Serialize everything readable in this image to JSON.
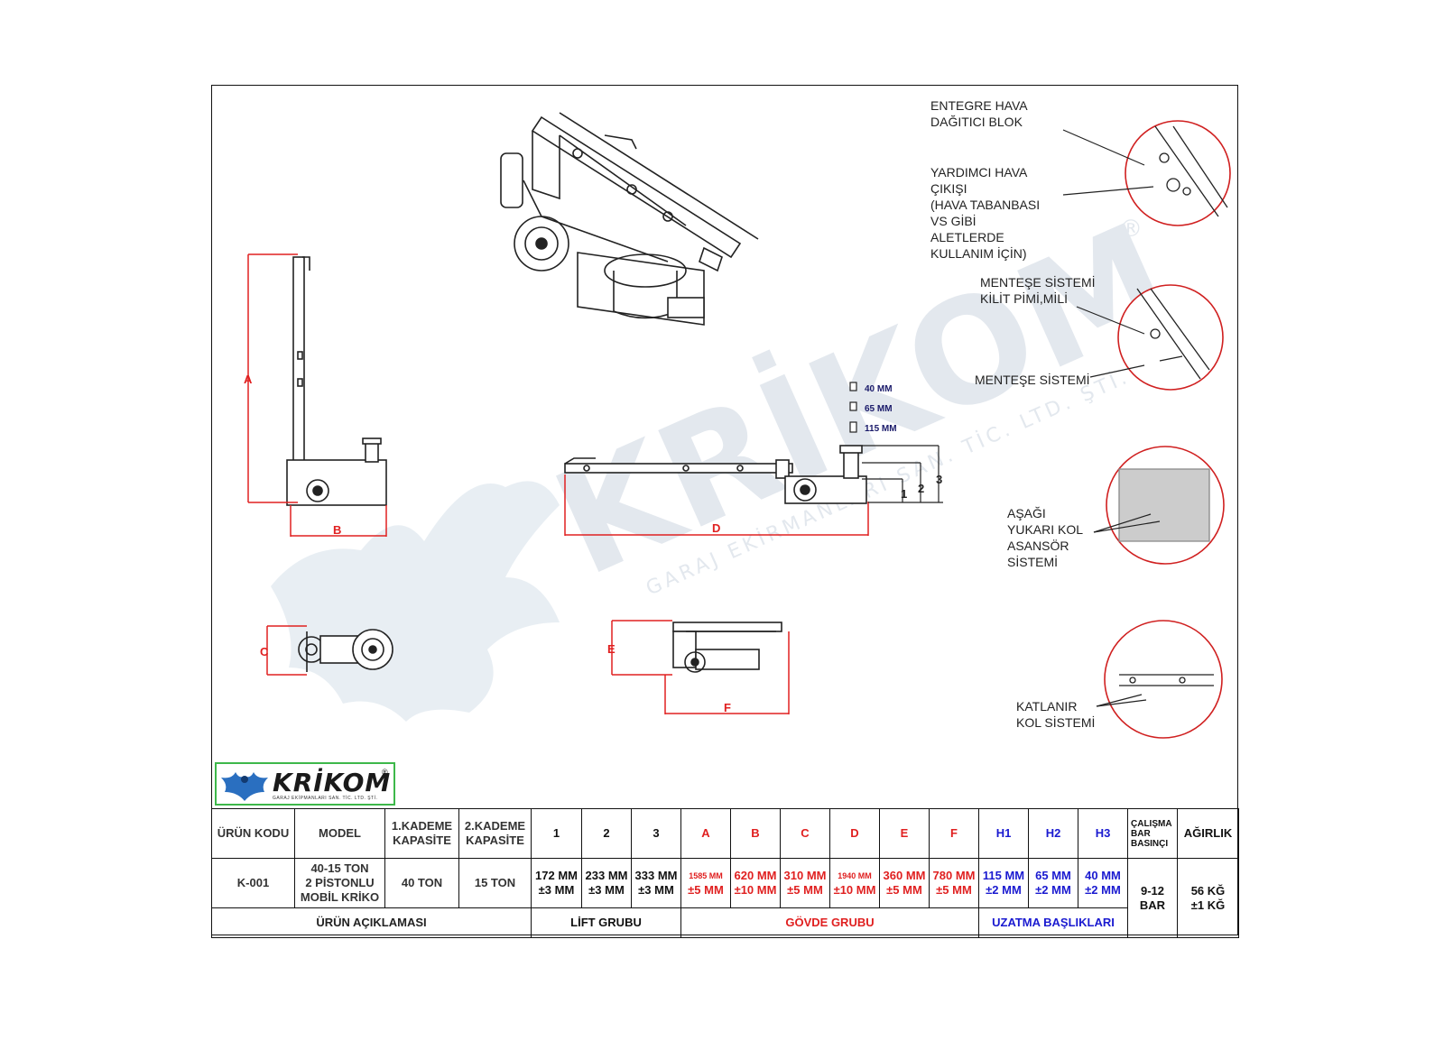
{
  "callouts": {
    "air_block": [
      "ENTEGRE HAVA",
      "DAĞITICI BLOK"
    ],
    "aux_air": [
      "YARDIMCI HAVA",
      "ÇIKIŞI",
      "(HAVA TABANBASI",
      "VS GİBİ",
      "ALETLERDE",
      "KULLANIM İÇİN)"
    ],
    "hinge_pin": [
      "MENTEŞE SİSTEMİ",
      "KİLİT PİMİ,MİLİ"
    ],
    "hinge": [
      "MENTEŞE SİSTEMİ"
    ],
    "lift_arm": [
      "AŞAĞI",
      "YUKARI KOL",
      "ASANSÖR",
      "SİSTEMİ"
    ],
    "fold_arm": [
      "KATLANIR",
      "KOL SİSTEMİ"
    ]
  },
  "dimensions": {
    "A": "A",
    "B": "B",
    "C": "C",
    "D": "D",
    "E": "E",
    "F": "F",
    "h1": "1",
    "h2": "2",
    "h3": "3"
  },
  "extensions": [
    "40 MM",
    "65 MM",
    "115 MM"
  ],
  "watermark": {
    "brand": "KRİKOM",
    "sub": "GARAJ EKİRMANLARI SAN. TİC. LTD. ŞTİ.",
    "reg": "®"
  },
  "logo": {
    "brand": "KRİKOM",
    "reg": "®",
    "sub": "GARAJ EKİPMANLARI SAN. TİC. LTD. ŞTİ."
  },
  "table": {
    "headers": [
      "ÜRÜN KODU",
      "MODEL",
      "1.KADEME KAPASİTE",
      "2.KADEME KAPASİTE",
      "1",
      "2",
      "3",
      "A",
      "B",
      "C",
      "D",
      "E",
      "F",
      "H1",
      "H2",
      "H3",
      "ÇALIŞMA BAR BASINÇI",
      "AĞIRLIK"
    ],
    "row": {
      "code": "K-001",
      "model": [
        "40-15 TON",
        "2 PİSTONLU",
        "MOBİL KRİKO"
      ],
      "cap1": "40 TON",
      "cap2": "15 TON",
      "v1": [
        "172 MM",
        "±3 MM"
      ],
      "v2": [
        "233 MM",
        "±3 MM"
      ],
      "v3": [
        "333 MM",
        "±3 MM"
      ],
      "vA": [
        "1585 MM",
        "±5 MM"
      ],
      "vB": [
        "620 MM",
        "±10 MM"
      ],
      "vC": [
        "310 MM",
        "±5 MM"
      ],
      "vD": [
        "1940 MM",
        "±10 MM"
      ],
      "vE": [
        "360 MM",
        "±5 MM"
      ],
      "vF": [
        "780 MM",
        "±5 MM"
      ],
      "vH1": [
        "115 MM",
        "±2 MM"
      ],
      "vH2": [
        "65 MM",
        "±2 MM"
      ],
      "vH3": [
        "40 MM",
        "±2 MM"
      ],
      "pressure": [
        "9-12",
        "BAR"
      ],
      "weight": [
        "56 KĞ",
        "±1 KĞ"
      ]
    },
    "footer": {
      "desc": "ÜRÜN AÇIKLAMASI",
      "lift": "LİFT GRUBU",
      "body": "GÖVDE GRUBU",
      "ext": "UZATMA BAŞLIKLARI"
    }
  },
  "colors": {
    "red": "#e02020",
    "blue": "#1a1ad0",
    "green": "#3db84a",
    "watermark": "#dde3ea"
  }
}
